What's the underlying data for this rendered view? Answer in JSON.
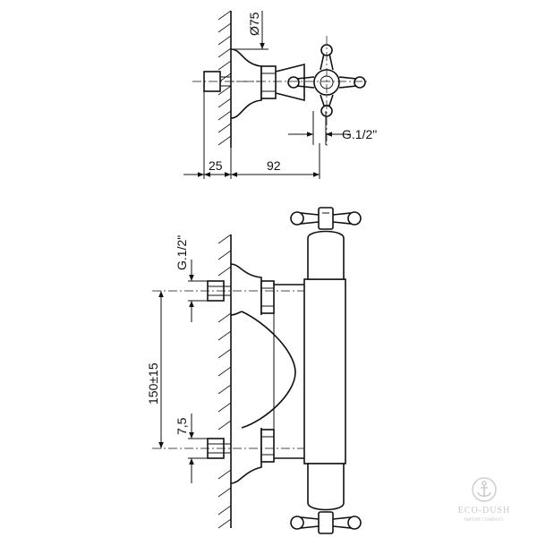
{
  "top_view": {
    "dim_diameter": "Ø75",
    "dim_thread": "G.1/2\"",
    "dim_wall": "25",
    "dim_depth": "92"
  },
  "front_view": {
    "dim_thread": "G.1/2\"",
    "dim_spacing": "150±15",
    "dim_offset": "7,5"
  },
  "watermark": {
    "brand": "ECO-DUSH",
    "tagline": "IMPORT COMPANY"
  }
}
